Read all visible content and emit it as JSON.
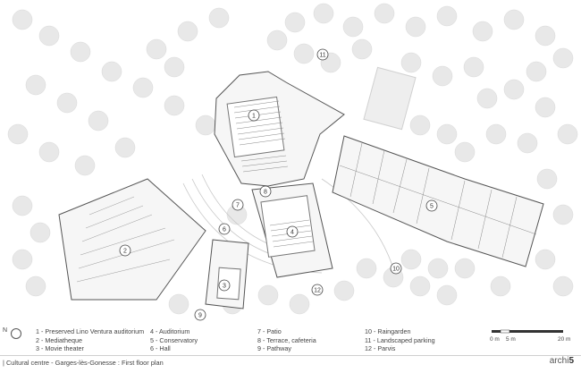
{
  "plan": {
    "labels": [
      "1",
      "2",
      "3",
      "4",
      "5",
      "6",
      "7",
      "8",
      "9",
      "10",
      "11",
      "12"
    ]
  },
  "legend": {
    "col1": [
      "1 - Preserved Lino Ventura auditorium",
      "2 - Mediatheque",
      "3 - Movie theater"
    ],
    "col2": [
      "4 - Auditorium",
      "5 - Conservatory",
      "6 - Hall"
    ],
    "col3": [
      "7 - Patio",
      "8 - Terrace, cafeteria",
      "9 - Pathway"
    ],
    "col4": [
      "10 - Raingarden",
      "11 - Landscaped parking",
      "12 - Parvis"
    ]
  },
  "north": "N",
  "scale": {
    "a": "0 m",
    "b": "5 m",
    "c": "20 m"
  },
  "caption": "| Cultural centre - Garges-lès-Gonesse : First floor plan",
  "brand": {
    "name": "archi",
    "num": "5"
  },
  "colors": {
    "line": "#555555",
    "tree": "#e6e6e6",
    "fill": "#f4f4f4"
  }
}
